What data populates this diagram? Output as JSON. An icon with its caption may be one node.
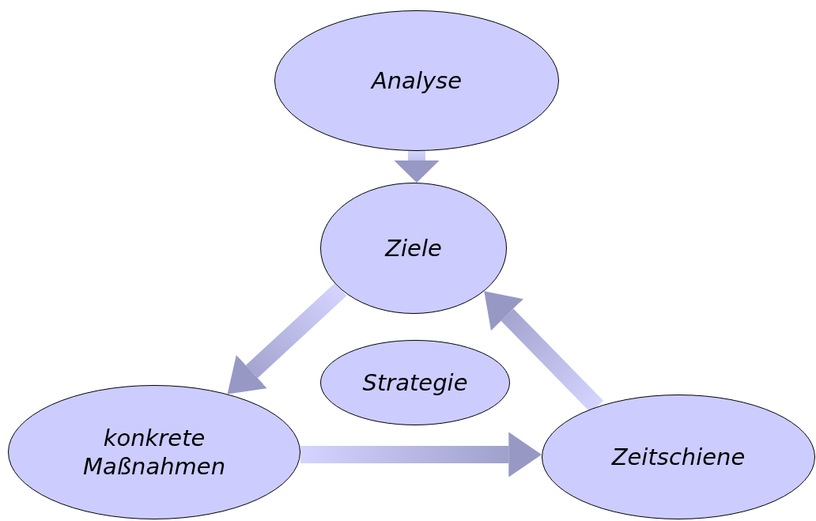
{
  "diagram": {
    "nodes": [
      {
        "text": [
          "Analyse"
        ]
      },
      {
        "text": [
          "Ziele"
        ]
      },
      {
        "text": [
          "Strategie"
        ]
      },
      {
        "text": [
          "konkrete Maßnahmen"
        ]
      },
      {
        "text": [
          "Zeitschiene"
        ]
      }
    ],
    "edges": [
      {
        "from": 0,
        "to": 1,
        "arrow": "to",
        "style": "thick"
      },
      {
        "from": 1,
        "to": 3,
        "arrow": "to",
        "style": "thick"
      },
      {
        "from": 3,
        "to": 4,
        "arrow": "to",
        "style": "thick"
      },
      {
        "from": 4,
        "to": 1,
        "arrow": "to",
        "style": "thick"
      }
    ]
  }
}
